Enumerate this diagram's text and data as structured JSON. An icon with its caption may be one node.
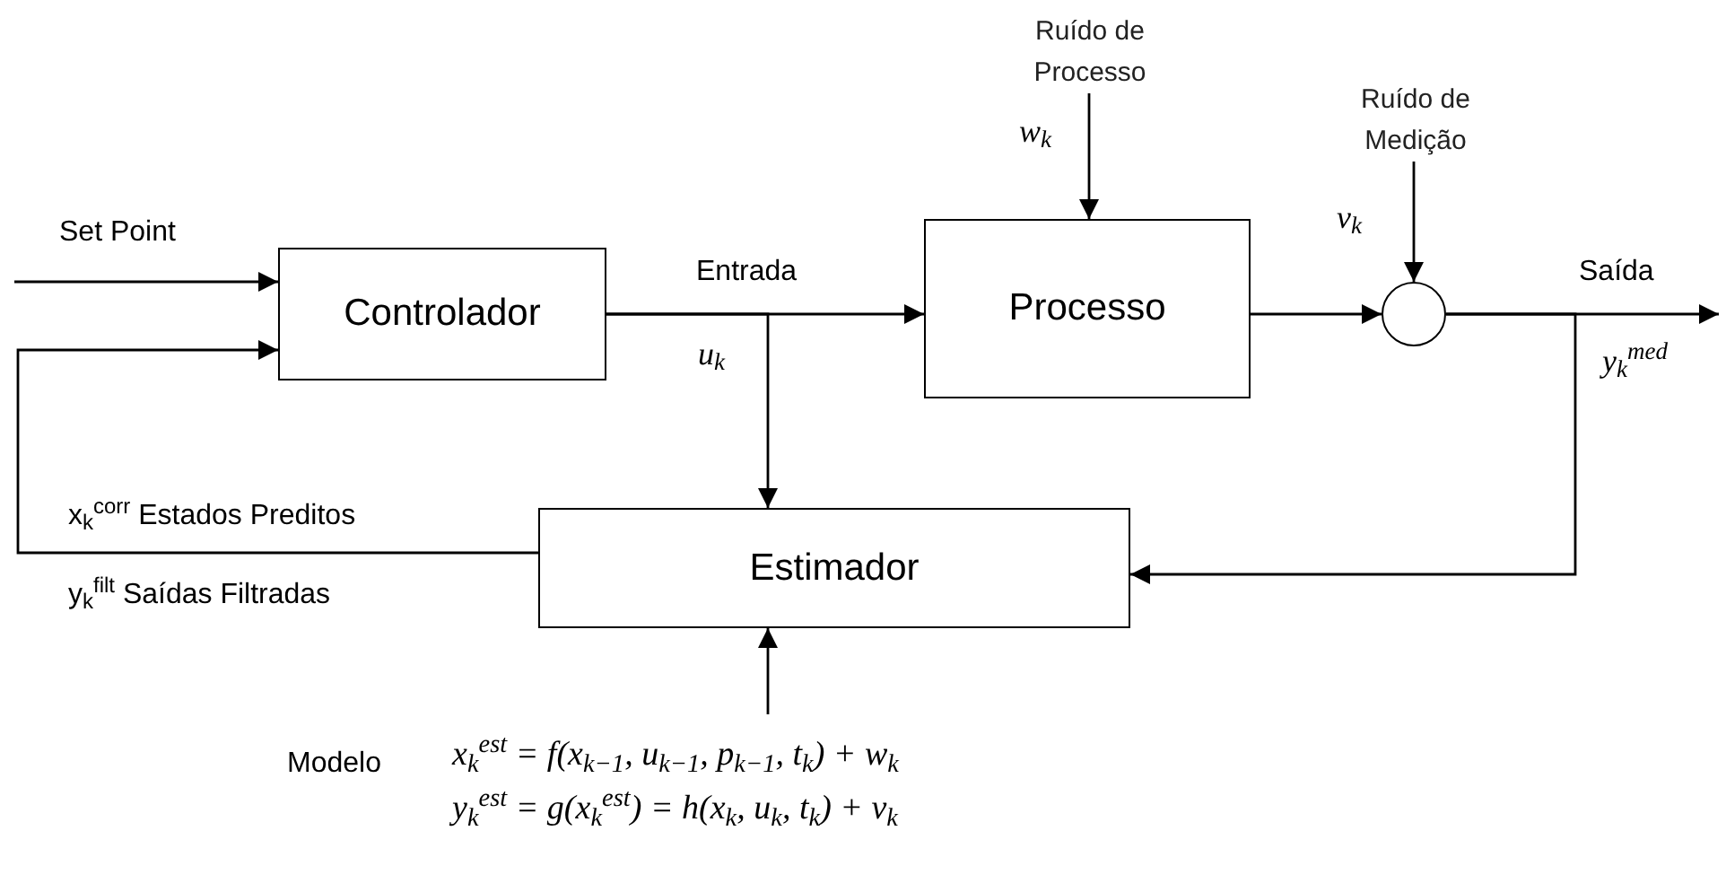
{
  "diagram": {
    "nodes": [
      {
        "text": [
          "Controlador"
        ]
      },
      {
        "text": [
          "Processo"
        ]
      },
      {
        "text": [],
        "shape": "circle"
      },
      {
        "text": [
          "Estimador"
        ]
      },
      {
        "text": [
          "x$_{k}$$^{est}$ = f(x$_{k−1}$, u$_{k−1}$, p$_{k−1}$, t$_{k}$) + w$_{k}$",
          "y$_{k}$$^{est}$ = g(x$_{k}$$^{est}$) = h(x$_{k}$, u$_{k}$, t$_{k}$) + v$_{k}$"
        ],
        "beside": [
          "Modelo"
        ]
      },
      {
        "text": [
          "Ruído de Processo"
        ]
      },
      {
        "text": [
          "Ruído de Medição"
        ]
      }
    ],
    "edges": [
      {
        "from": null,
        "to": 0,
        "arrow": "to",
        "label": "Set Point"
      },
      {
        "from": 0,
        "to": 1,
        "arrow": "to",
        "label": "Entrada"
      },
      {
        "from": 1,
        "to": 2,
        "arrow": "to"
      },
      {
        "from": 2,
        "to": null,
        "arrow": "to",
        "label": "Saída"
      },
      {
        "from": 0,
        "to": 3,
        "arrow": "to"
      },
      {
        "from": 2,
        "to": 3,
        "arrow": "to"
      },
      {
        "from": 3,
        "to": 0,
        "arrow": "to"
      },
      {
        "from": 4,
        "to": 3,
        "arrow": "to"
      },
      {
        "from": 5,
        "to": 1,
        "arrow": "to"
      },
      {
        "from": 6,
        "to": 2,
        "arrow": "to"
      }
    ],
    "labels": [
      "w$_{k}$",
      "v$_{k}$",
      "u$_{k}$",
      "y$_{k}$$^{med}$",
      "x$_{k}$$^{corr}$ Estados Preditos",
      "y$_{k}$$^{filt}$ Saídas Filtradas"
    ]
  }
}
